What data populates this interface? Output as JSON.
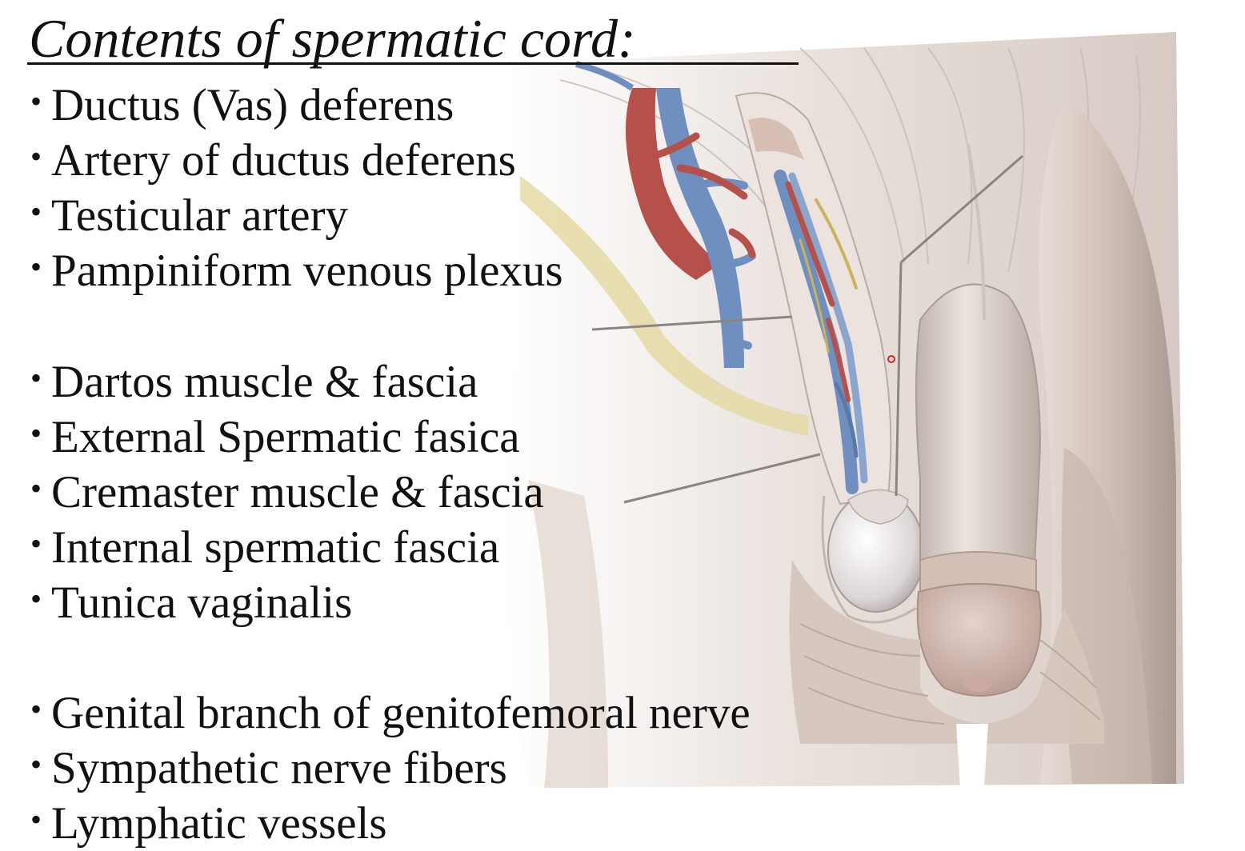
{
  "slide": {
    "title": "Contents of spermatic cord:",
    "groups": [
      {
        "items": [
          {
            "label": "Ductus (Vas) deferens"
          },
          {
            "label": "Artery of ductus deferens"
          },
          {
            "label": "Testicular artery"
          },
          {
            "label": "Pampiniform venous plexus"
          }
        ]
      },
      {
        "items": [
          {
            "label": "Dartos muscle & fascia"
          },
          {
            "label": "External Spermatic fasica"
          },
          {
            "label": "Cremaster muscle & fascia"
          },
          {
            "label": "Internal spermatic fascia"
          },
          {
            "label": "Tunica vaginalis"
          }
        ]
      },
      {
        "items": [
          {
            "label": "Genital branch of genitofemoral nerve"
          },
          {
            "label": "Sympathetic nerve fibers"
          },
          {
            "label": "Lymphatic vessels"
          }
        ]
      }
    ],
    "bullet": "•"
  },
  "colors": {
    "background": "#ffffff",
    "text": "#111111",
    "tissue_light": "#e6ddd6",
    "tissue_shadow": "#b9aca4",
    "vein_blue": "#6f8fc0",
    "artery_red": "#b5504a",
    "nerve_yellow": "#c9b45a",
    "skin_tone": "#cdb5aa"
  },
  "illustration": {
    "icon": "anatomical-illustration"
  }
}
